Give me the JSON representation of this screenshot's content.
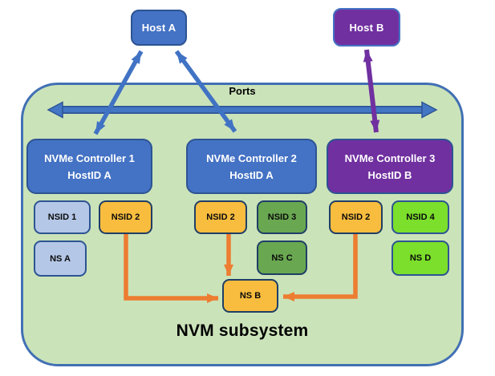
{
  "hosts": [
    {
      "label": "Host A"
    },
    {
      "label": "Host B"
    }
  ],
  "ports": {
    "label": "Ports"
  },
  "controllers": [
    {
      "name": "NVMe Controller 1",
      "host_id": "HostID A"
    },
    {
      "name": "NVMe Controller 2",
      "host_id": "HostID A"
    },
    {
      "name": "NVMe Controller 3",
      "host_id": "HostID B"
    }
  ],
  "nsids": [
    {
      "label": "NSID 1"
    },
    {
      "label": "NSID 2"
    },
    {
      "label": "NSID 2"
    },
    {
      "label": "NSID 3"
    },
    {
      "label": "NSID 2"
    },
    {
      "label": "NSID 4"
    }
  ],
  "namespaces": [
    {
      "label": "NS A"
    },
    {
      "label": "NS B"
    },
    {
      "label": "NS C"
    },
    {
      "label": "NS D"
    }
  ],
  "subsystem": {
    "label": "NVM subsystem"
  },
  "colors": {
    "host_controller_blue": "#4472C4",
    "host_controller_purple": "#7030A0",
    "subsystem_green": "#CBE3B9",
    "subsystem_border_blue": "#4170B4",
    "nsid_light_blue": "#B4C7E7",
    "nsid_orange": "#F8BD3E",
    "nsid_green": "#69A851",
    "nsid_lime": "#7BDF2B",
    "connector_orange": "#ED7D31",
    "arrow_blue": "#4173C4",
    "arrow_purple": "#7030A0",
    "dark_border_navy": "#1F3E66"
  }
}
